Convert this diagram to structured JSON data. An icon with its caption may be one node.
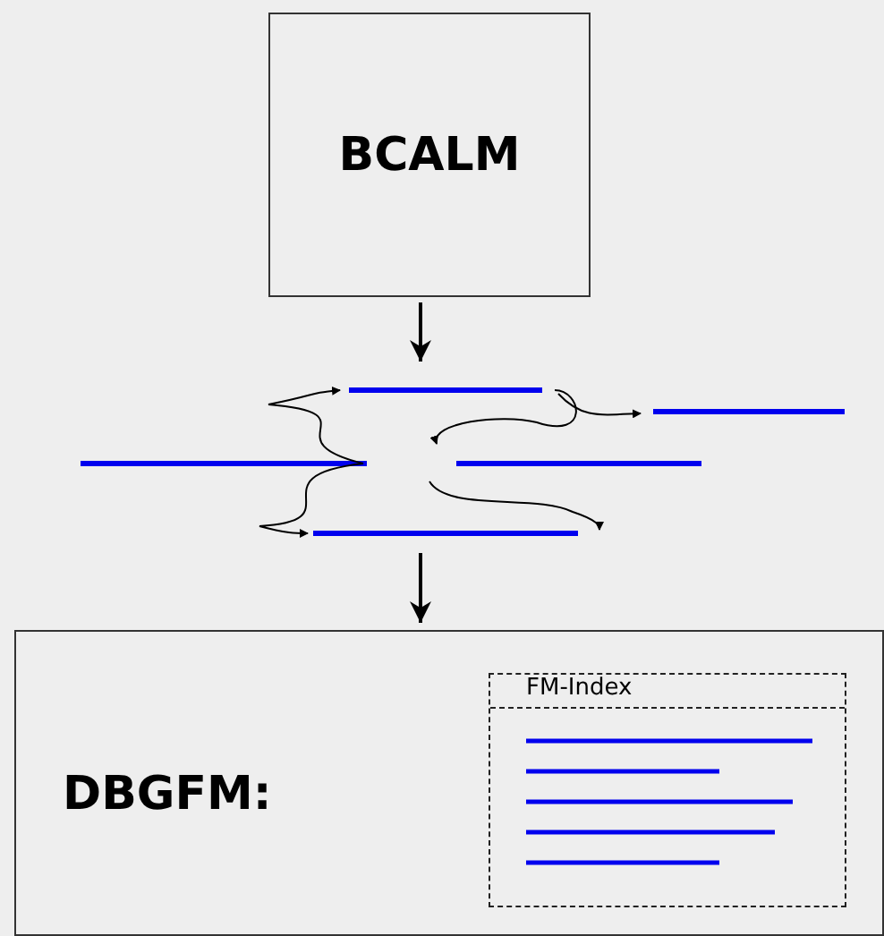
{
  "diagram": {
    "nodes": [
      {
        "text": [
          "BCALM"
        ]
      },
      {
        "text": [],
        "shape": "picture"
      },
      {
        "text": [
          "DBGFM:"
        ]
      },
      {
        "text": [
          "FM-Index"
        ],
        "in": 2
      }
    ],
    "edges": [
      {
        "from": 0,
        "to": 1,
        "arrow": "to"
      },
      {
        "from": 1,
        "to": 2,
        "arrow": "to"
      }
    ]
  }
}
